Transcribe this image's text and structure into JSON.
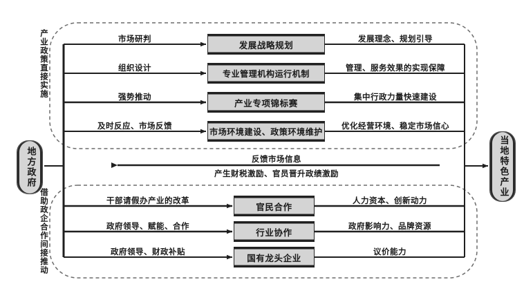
{
  "diagram": {
    "actors": {
      "left": {
        "label": "地方政府",
        "name": "local-government"
      },
      "right": {
        "label": "当地特色产业",
        "name": "local-characteristic-industry"
      }
    },
    "groups": [
      {
        "id": "direct",
        "vertical_label": "产业政策直接实施"
      },
      {
        "id": "indirect",
        "vertical_label": "借助政企合作间接推动"
      }
    ],
    "direct_rows": [
      {
        "input": "市场研判",
        "box": "发展战略规划",
        "output": "发展理念、规划引导"
      },
      {
        "input": "组织设计",
        "box": "专业管理机构运行机制",
        "output": "管理、服务效果的实现保障"
      },
      {
        "input": "强势推动",
        "box": "产业专项锦标赛",
        "output": "集中行政力量快速建设"
      },
      {
        "input": "及时反应、市场反馈",
        "box": "市场环境建设、政策环境维护",
        "output": "优化经营环境、稳定市场信心"
      }
    ],
    "feedback": {
      "line1": "反馈市场信息",
      "line2": "产生财税激励、官员晋升政绩激励"
    },
    "indirect_rows": [
      {
        "input": "干部请假办产业的改革",
        "box": "官民合作",
        "output": "人力资本、创新动力"
      },
      {
        "input": "政府领导、赋能、合作",
        "box": "行业协作",
        "output": "政府影响力、品牌资源"
      },
      {
        "input": "政府领导、财政补贴",
        "box": "国有龙头企业",
        "output": "议价能力"
      }
    ],
    "colors": {
      "box_fill": "#d4d4d4",
      "node_fill": "#d5d5d5",
      "stroke": "#1f1f1f",
      "dashed": "#6b6b6b",
      "background": "#ffffff"
    }
  }
}
